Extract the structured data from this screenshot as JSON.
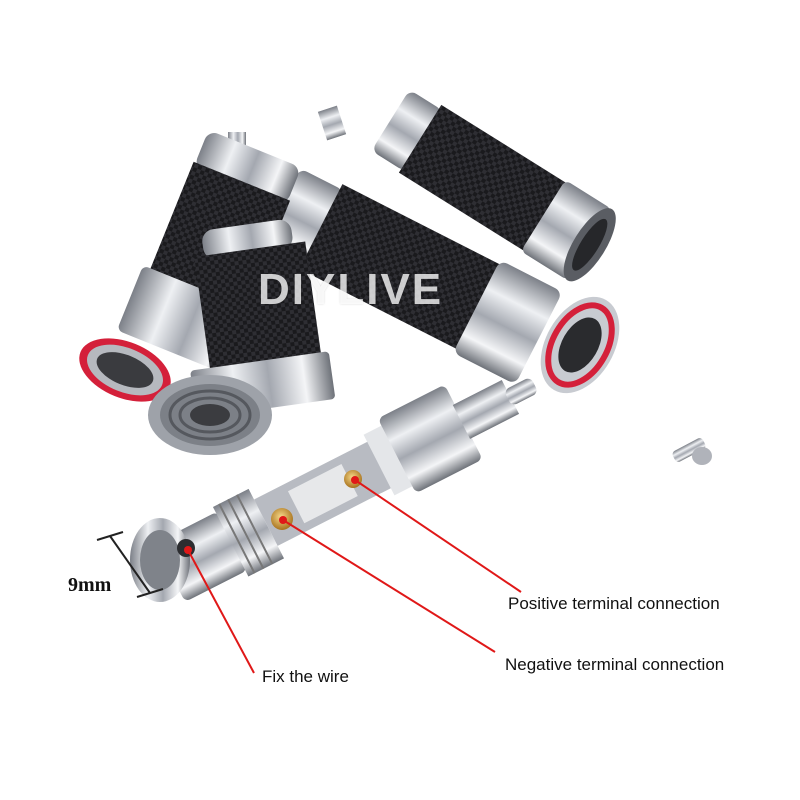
{
  "watermark": "DIYLIVE",
  "labels": {
    "dimension": "9mm",
    "positive": "Positive terminal connection",
    "negative": "Negative terminal connection",
    "fix": "Fix the wire"
  },
  "colors": {
    "background": "#ffffff",
    "carbon": "#1c1c1f",
    "chrome": "#c9ccd2",
    "red_ring": "#d4203a",
    "pointer": "#e01818",
    "brass": "#d9a23a"
  }
}
